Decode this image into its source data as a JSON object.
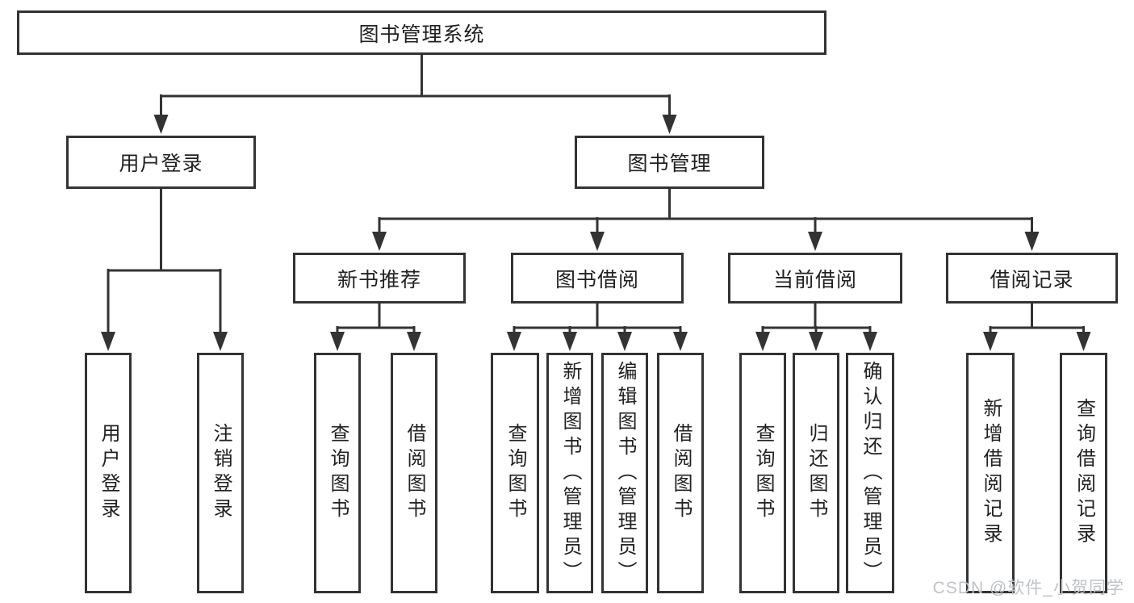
{
  "diagram": {
    "root": {
      "label": "图书管理系统"
    },
    "user_login": {
      "label": "用户登录",
      "children": [
        "用户登录",
        "注销登录"
      ]
    },
    "book_management": {
      "label": "图书管理",
      "sections": [
        {
          "label": "新书推荐",
          "children": [
            "查询图书",
            "借阅图书"
          ]
        },
        {
          "label": "图书借阅",
          "children": [
            "查询图书",
            "新增图书（管理员）",
            "编辑图书（管理员）",
            "借阅图书"
          ]
        },
        {
          "label": "当前借阅",
          "children": [
            "查询图书",
            "归还图书",
            "确认归还（管理员）"
          ]
        },
        {
          "label": "借阅记录",
          "children": [
            "新增借阅记录",
            "查询借阅记录"
          ]
        }
      ]
    },
    "watermark": "CSDN @软件_小贺同学",
    "colors": {
      "line": "#333333",
      "text": "#212121",
      "watermark": "#bfc3c7",
      "background": "#ffffff"
    }
  }
}
